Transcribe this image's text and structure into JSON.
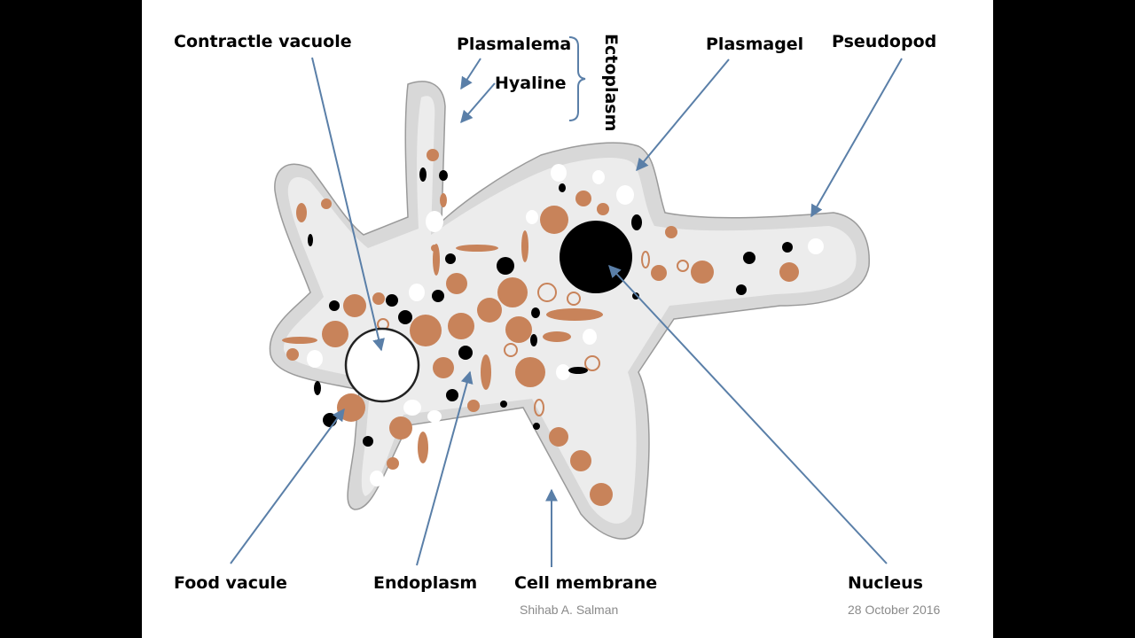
{
  "labels": {
    "contractile_vacuole": "Contractle vacuole",
    "plasmalema": "Plasmalema",
    "hyaline": "Hyaline",
    "ectoplasm": "Ectoplasm",
    "plasmagel": "Plasmagel",
    "pseudopod": "Pseudopod",
    "food_vacuole": "Food  vacule",
    "endoplasm": "Endoplasm",
    "cell_membrane": "Cell membrane",
    "nucleus": "Nucleus"
  },
  "footer": {
    "author": "Shihab A. Salman",
    "date": "28 October 2016"
  },
  "colors": {
    "arrow": "#5a7fa8",
    "cytoplasm": "#d6d6d6",
    "food_granule": "#c8835a",
    "nucleus": "#000000",
    "bracket": "#5a7fa8"
  }
}
